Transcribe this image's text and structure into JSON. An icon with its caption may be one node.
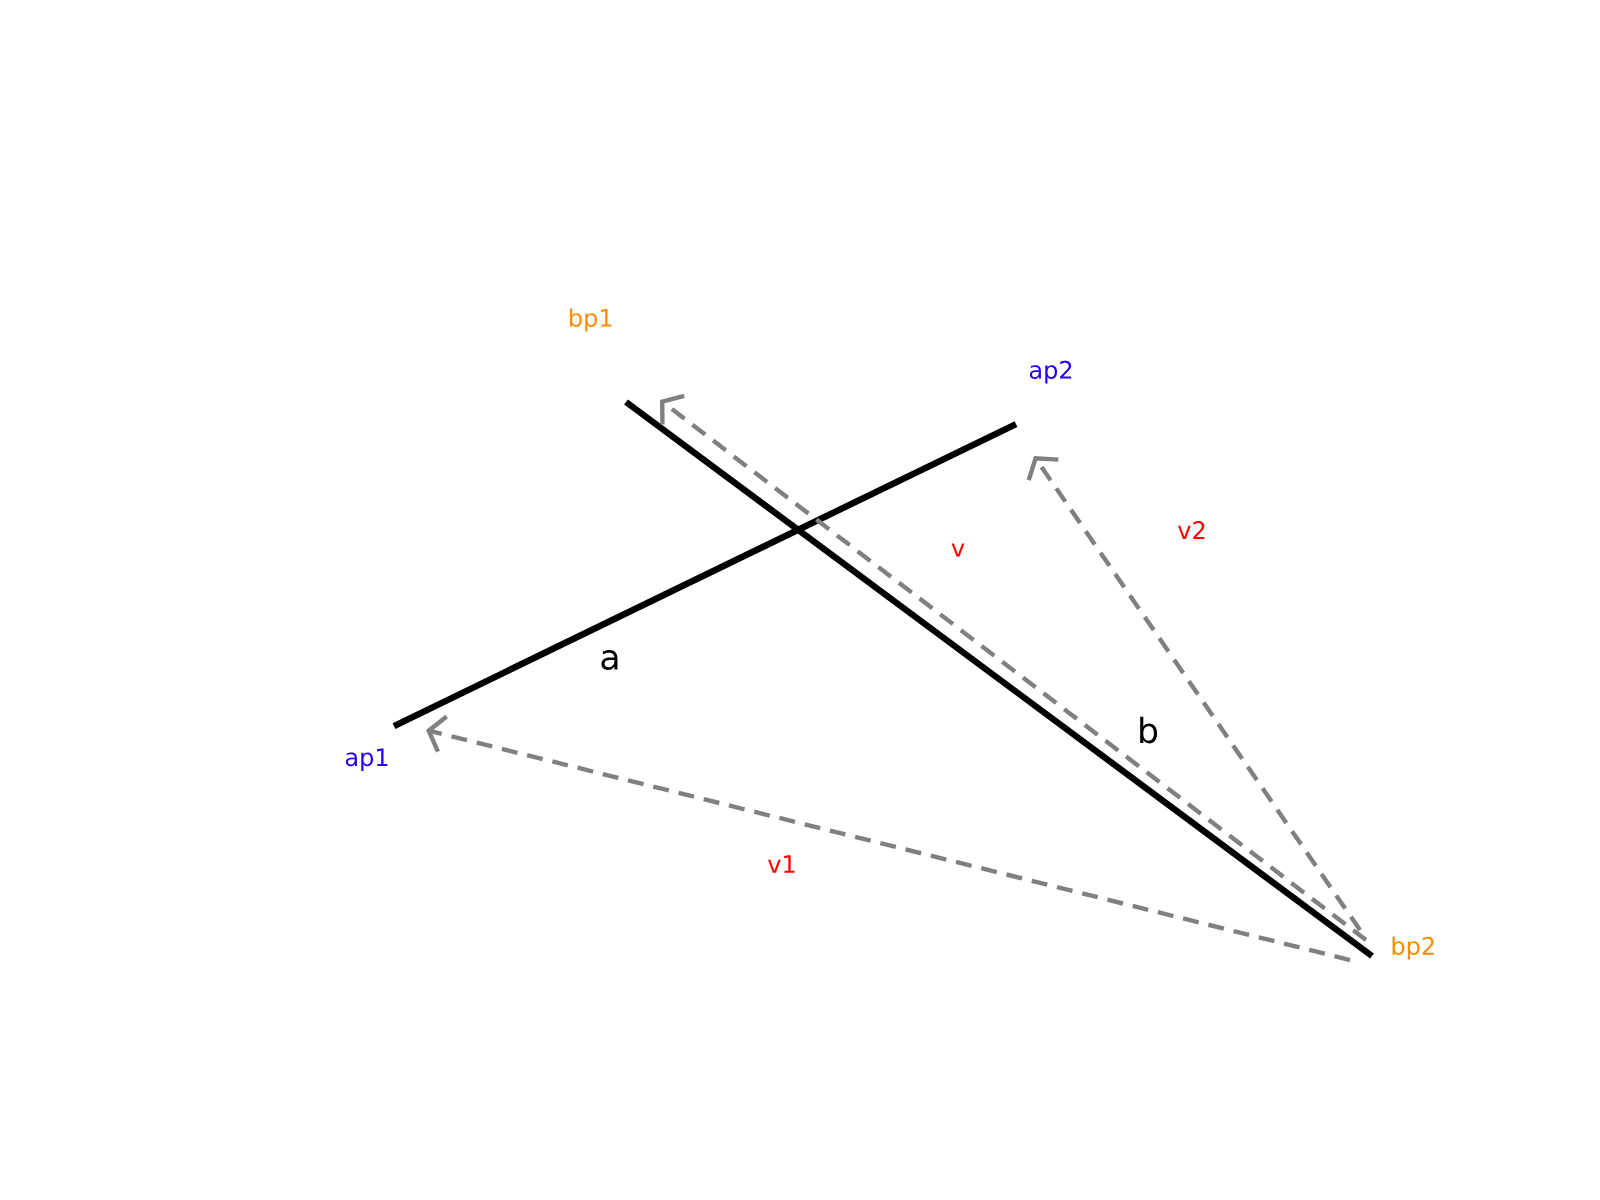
{
  "diagram": {
    "nodes": [
      {
        "text": [
          "ap1"
        ]
      },
      {
        "text": [
          "ap2"
        ]
      },
      {
        "text": [
          "bp1"
        ]
      },
      {
        "text": [
          "bp2"
        ]
      }
    ],
    "edges": [
      {
        "from": 0,
        "to": 1,
        "arrow": "none",
        "label": "a",
        "color": "#000000"
      },
      {
        "from": 2,
        "to": 3,
        "arrow": "none",
        "label": "b",
        "color": "#000000"
      },
      {
        "from": 3,
        "to": 2,
        "arrow": "to",
        "label": "v",
        "style": "dashed",
        "color": "#808080"
      },
      {
        "from": 3,
        "to": 0,
        "arrow": "to",
        "label": "v1",
        "style": "dashed",
        "color": "#808080"
      },
      {
        "from": 3,
        "to": 1,
        "arrow": "to",
        "label": "v2",
        "style": "dashed",
        "color": "#808080"
      }
    ]
  }
}
